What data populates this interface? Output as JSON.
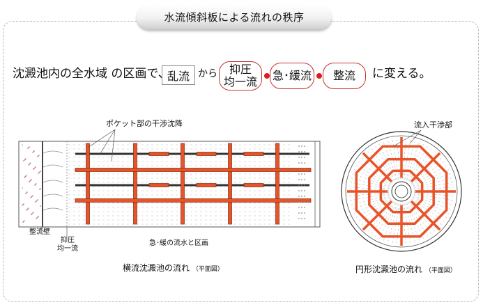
{
  "title": "水流傾斜板による流れの秩序",
  "sentence": {
    "prefix": "沈澱池内の全水域 の区画で、",
    "chaotic": "乱流",
    "kara": "から",
    "stage1_line1": "抑圧",
    "stage1_line2": "均一流",
    "stage2": "急･緩流",
    "stage3": "整流",
    "suffix": "に変える。"
  },
  "left_diagram": {
    "callout": "ポケット部の干渉沈降",
    "label_wall": "整流壁",
    "label_suppress_line1": "抑圧",
    "label_suppress_line2": "均一流",
    "label_zone": "急･緩の流水と区画",
    "caption_main": "横流沈澱池の流れ",
    "caption_sub": "（平面図）"
  },
  "right_diagram": {
    "callout": "流入干渉部",
    "caption_main": "円形沈澱池の流れ",
    "caption_sub": "（平面図）"
  },
  "colors": {
    "accent_red": "#d62020",
    "bar_orange": "#e8542a",
    "bar_outline": "#7a2a10",
    "frame_gray": "#b8b8b8"
  }
}
